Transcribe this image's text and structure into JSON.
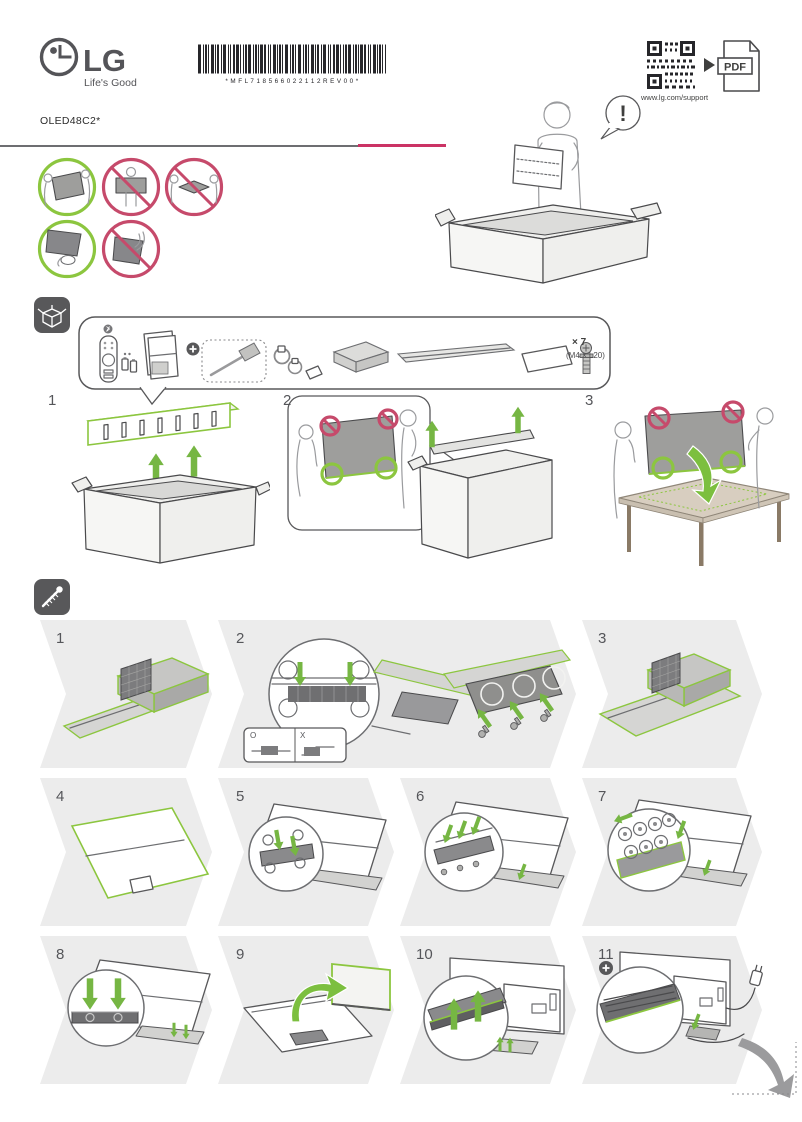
{
  "document": {
    "brand": "LG",
    "tagline": "Life's Good",
    "model": "OLED48C2*",
    "barcode_text": "* M F L 7 1 8 5 6 6 0 2 2 1 1 2 R E V 0 0 *",
    "support_url": "www.lg.com/support",
    "pdf_label": "PDF",
    "alert_symbol": "!"
  },
  "accessories": {
    "screw_count": "× 7",
    "screw_spec": "(M4 × L20)"
  },
  "unpack_steps": [
    {
      "num": "1"
    },
    {
      "num": "2"
    },
    {
      "num": "3"
    }
  ],
  "assembly": {
    "ok_label": "O",
    "ng_label": "X",
    "bands": [
      {
        "steps": [
          {
            "num": "1"
          },
          {
            "num": "2"
          },
          {
            "num": "3"
          }
        ]
      },
      {
        "steps": [
          {
            "num": "4"
          },
          {
            "num": "5"
          },
          {
            "num": "6"
          },
          {
            "num": "7"
          }
        ]
      },
      {
        "steps": [
          {
            "num": "8"
          },
          {
            "num": "9"
          },
          {
            "num": "10"
          },
          {
            "num": "11"
          }
        ]
      }
    ]
  },
  "icons": {
    "lg_logo": "circle-face-logo",
    "barcode": "code39-barcode",
    "qr_code": "qr-code",
    "arrow_right": "play-triangle",
    "pdf_file": "document-with-pdf-box",
    "unbox_section": "open-box-glyph-on-dark-square",
    "screw_section": "screw-glyph-on-dark-square",
    "carry_ok": "two-person-carry-allowed",
    "carry_alone_no": "one-person-carry-prohibited",
    "carry_flat_no": "flat-carry-prohibited",
    "grip_edge_ok": "grip-bottom-edge-allowed",
    "press_screen_no": "press-screen-prohibited"
  },
  "colors": {
    "accent_green": "#8CC63F",
    "prohibit_crimson": "#C64A6B",
    "rule_pink": "#CB3365",
    "band_gray": "#ECECEC",
    "icon_dark": "#58585A"
  }
}
